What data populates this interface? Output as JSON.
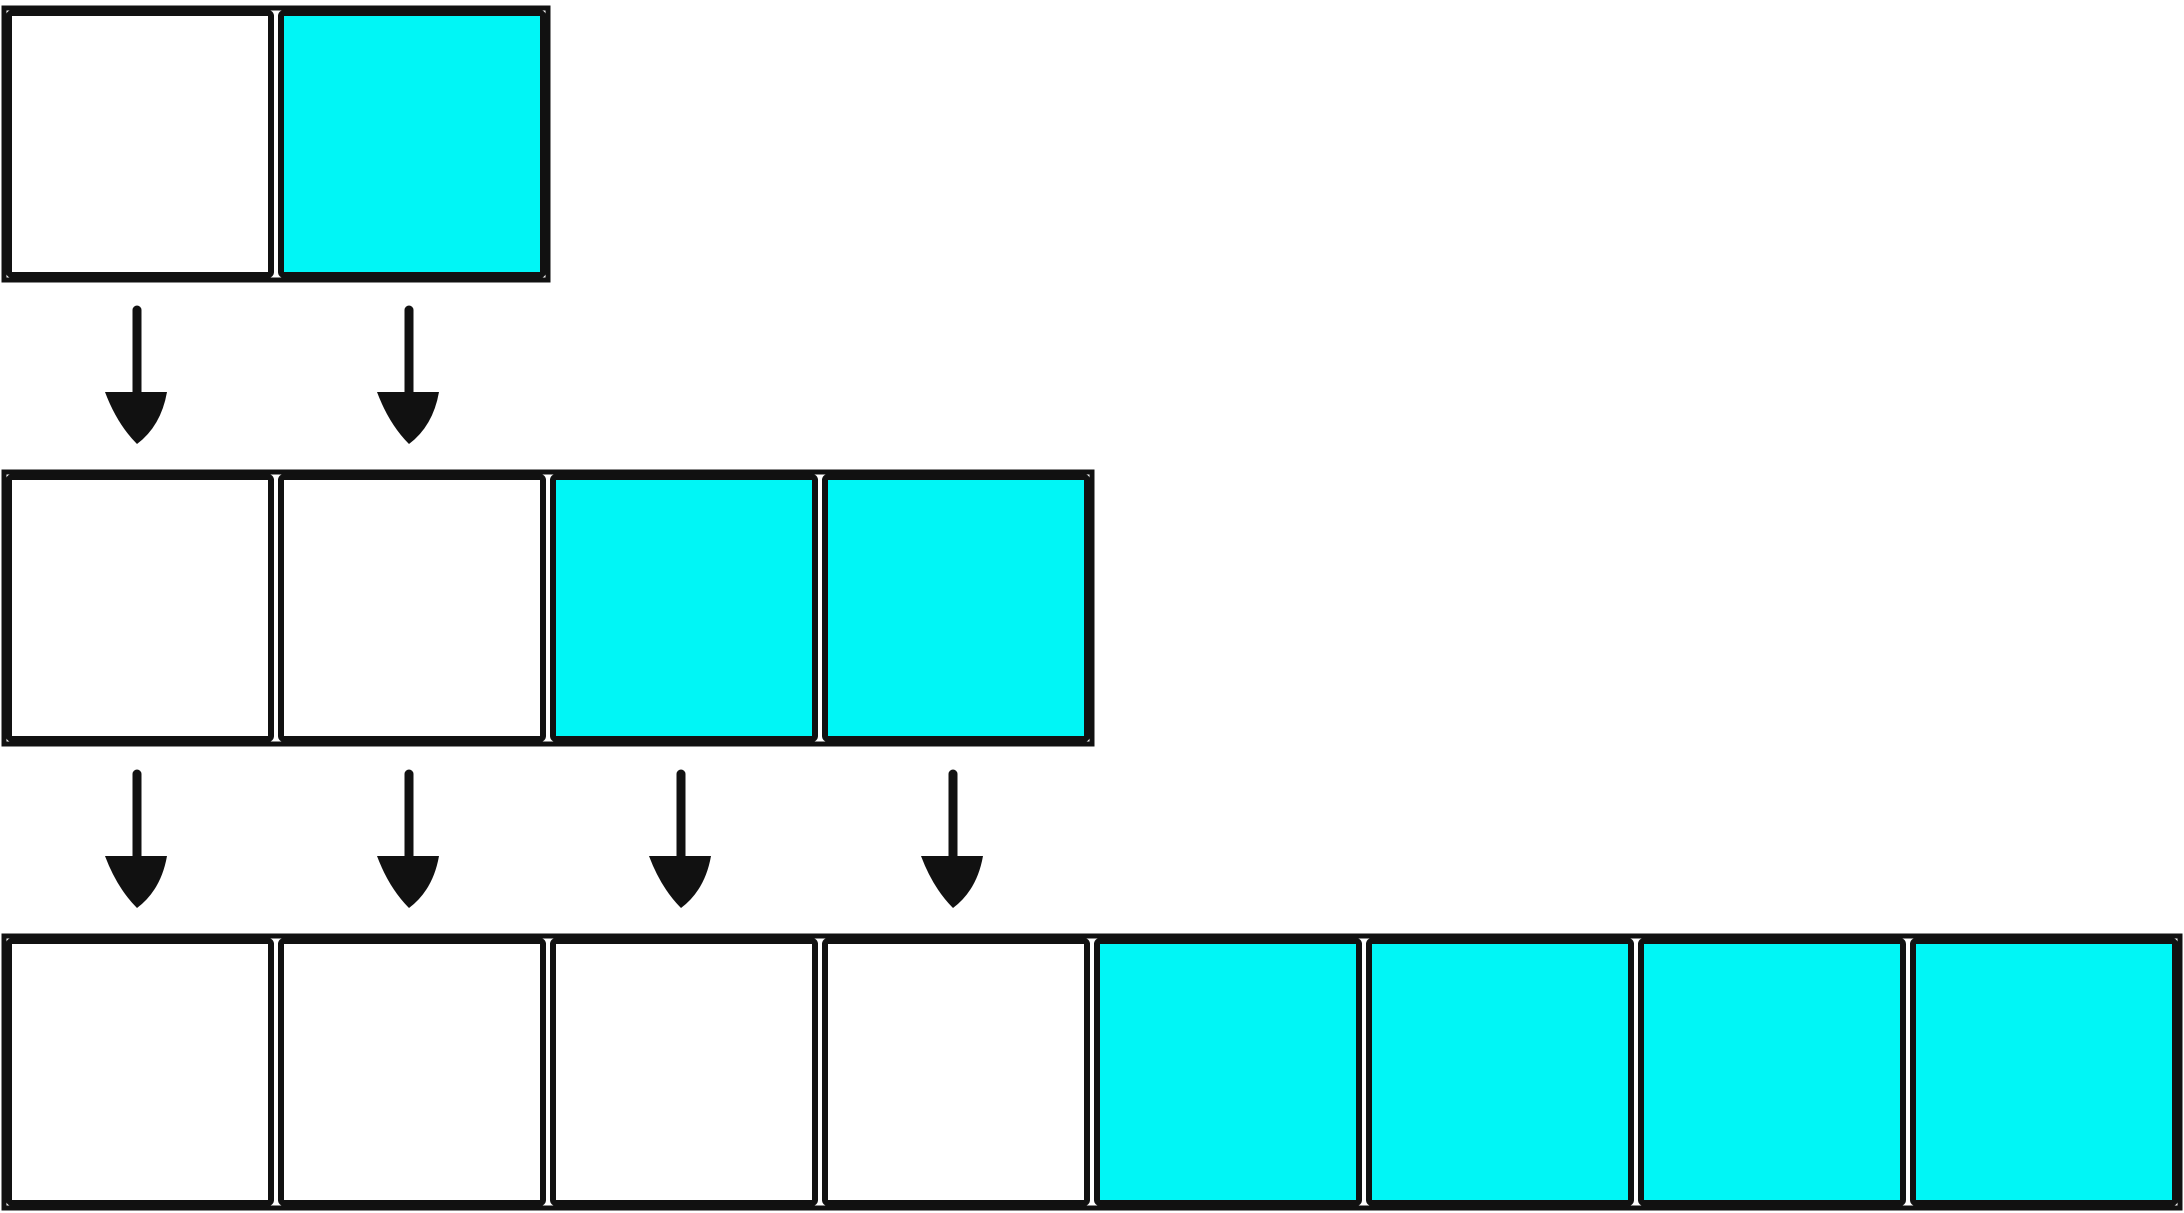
{
  "diagram": {
    "type": "array-doubling",
    "colors": {
      "filled": "#00f6f6",
      "empty": "#ffffff",
      "stroke": "#111111"
    },
    "rows": [
      {
        "cells": [
          "empty",
          "filled"
        ]
      },
      {
        "cells": [
          "empty",
          "empty",
          "filled",
          "filled"
        ]
      },
      {
        "cells": [
          "empty",
          "empty",
          "empty",
          "empty",
          "filled",
          "filled",
          "filled",
          "filled"
        ]
      }
    ],
    "arrows_between_rows": [
      {
        "from_row": 0,
        "to_row": 1,
        "count": 2
      },
      {
        "from_row": 1,
        "to_row": 2,
        "count": 4
      }
    ],
    "icons": {
      "arrow": "arrow-down-icon"
    }
  }
}
